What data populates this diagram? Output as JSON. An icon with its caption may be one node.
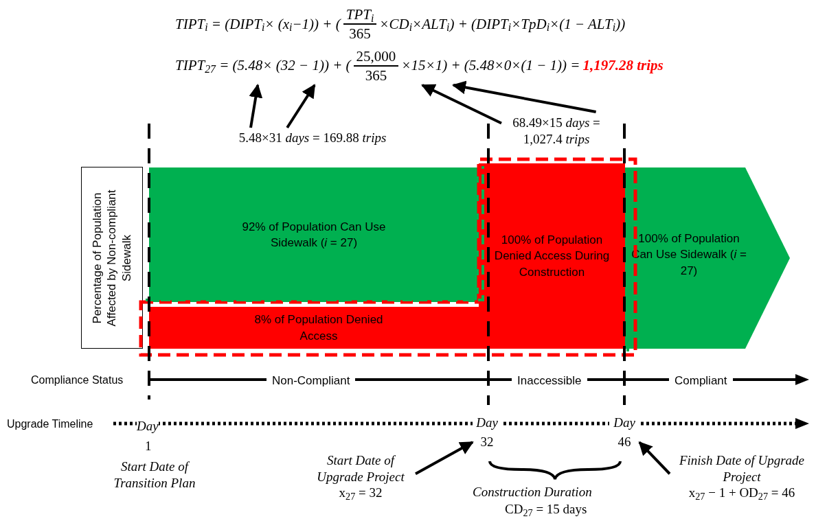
{
  "diagram": {
    "nodes": [
      {
        "text": [
          "TIPT$_{27}$ = (5.48× (32 − 1)) + (",
          "25,000",
          "365",
          "×15×1) + (5.48×0×(1 − 1)) =",
          "1,197.28 trips"
        ]
      },
      {
        "text": [
          "5.48×31 *days* = 169.88 *trips*"
        ]
      },
      {
        "text": [
          "68.49×15 *days* = 1,027.4 *trips*"
        ]
      },
      {
        "text": [
          "Percentage of Population Affected by Non-compliant Sidewalk"
        ]
      },
      {
        "text": [
          "92% of Population Can Use Sidewalk (*i* = 27)"
        ]
      },
      {
        "text": [
          "8% of Population Denied Access"
        ]
      },
      {
        "text": [
          "100% of Population Denied Access During Construction"
        ]
      },
      {
        "text": [
          "100% of Population Can Use Sidewalk (*i* = 27)"
        ]
      },
      {
        "text": [
          "Start Date of Upgrade Project",
          "x$_{27}$ = 32"
        ]
      },
      {
        "text": [
          "Day",
          "32"
        ]
      },
      {
        "text": [
          "Day",
          "46"
        ]
      },
      {
        "text": [
          "Finish Date of Upgrade Project",
          "x$_{27}$ − 1 + OD$_{27}$ = 46"
        ]
      }
    ],
    "edges": [
      {
        "from": 1,
        "to": 0,
        "arrow": "to"
      },
      {
        "from": 1,
        "to": 0,
        "arrow": "to"
      },
      {
        "from": 2,
        "to": 0,
        "arrow": "to"
      },
      {
        "from": 2,
        "to": 0,
        "arrow": "to"
      },
      {
        "from": 8,
        "to": 9,
        "arrow": "to"
      },
      {
        "from": 11,
        "to": 10,
        "arrow": "to"
      }
    ],
    "labels": [
      "TIPT$_{i}$ = (DIPT$_{i}$× (x$_{i}$−1)) + (",
      "TPT$_{i}$",
      "365",
      "×CD$_{i}$×ALT$_{i}$) + (DIPT$_{i}$×TpD$_{i}$×(1 − ALT$_{i}$))",
      "Compliance Status",
      "Non-Compliant",
      "Inaccessible",
      "Compliant",
      "Upgrade Timeline",
      "Day",
      "1",
      "Start Date of Transition Plan",
      "Construction Duration",
      "CD$_{27}$ = 15 days"
    ]
  }
}
